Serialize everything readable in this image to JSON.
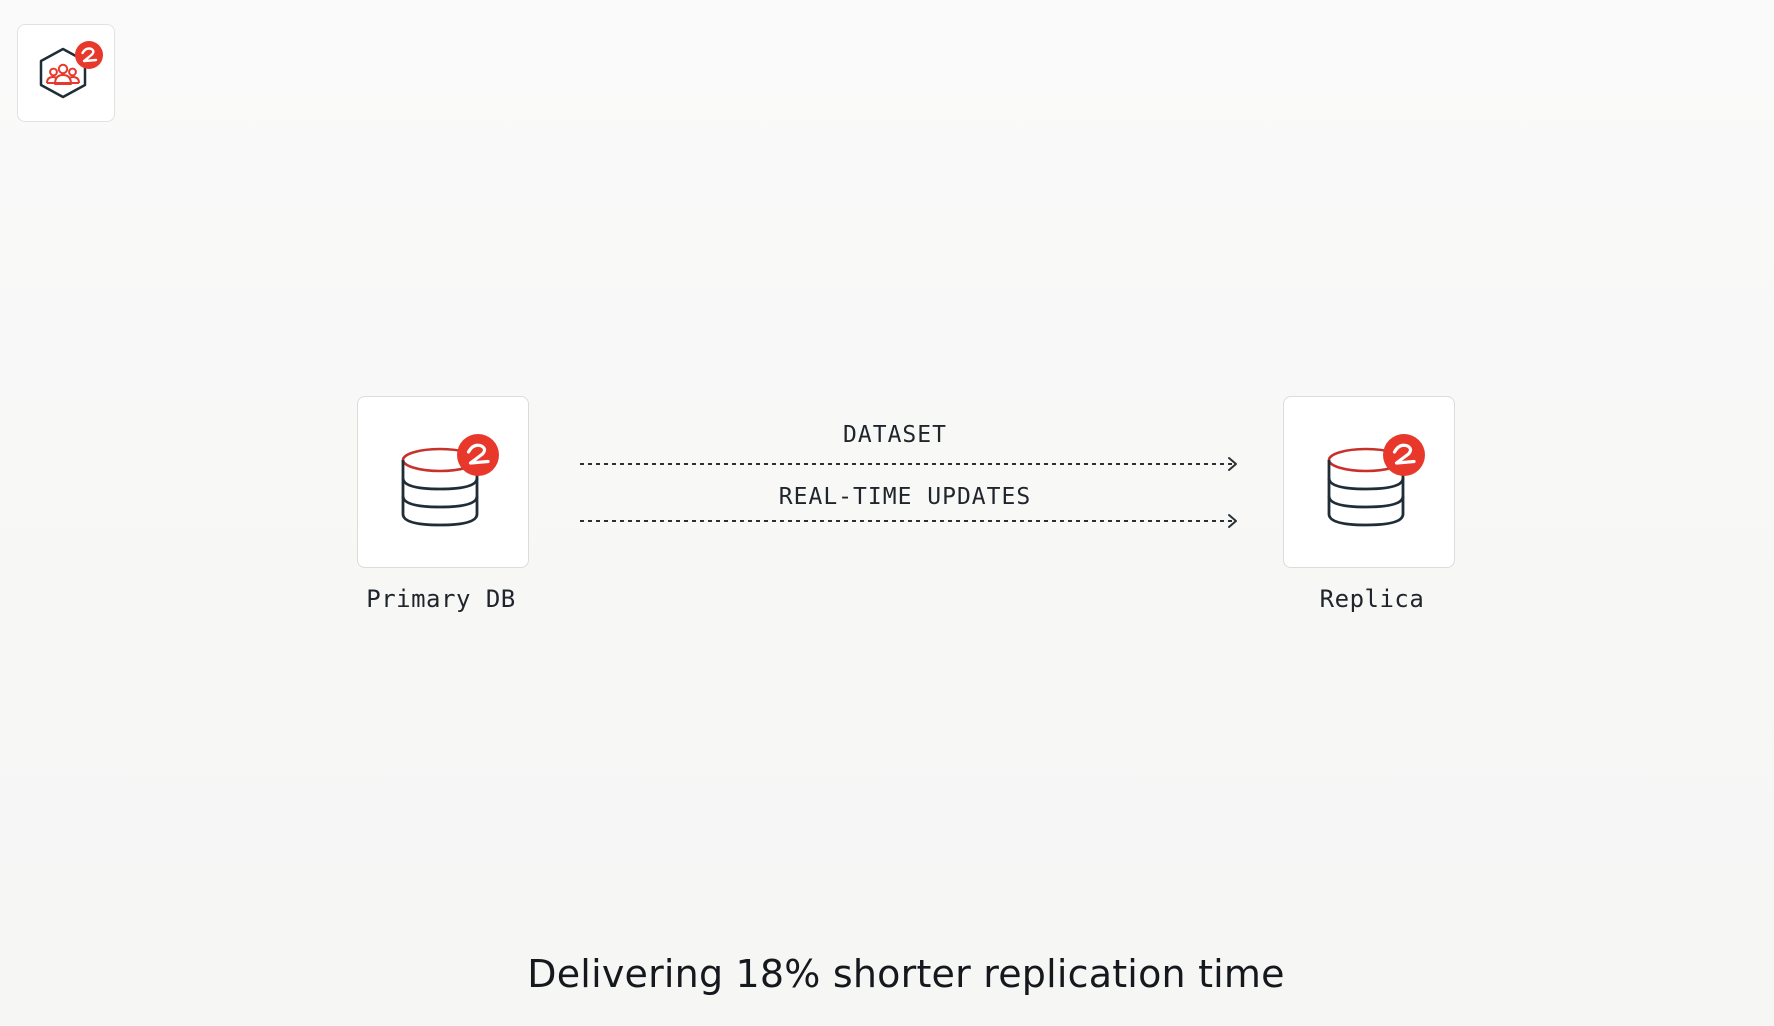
{
  "diagram": {
    "nodes": {
      "primary": {
        "label": "Primary DB"
      },
      "replica": {
        "label": "Replica"
      }
    },
    "flows": [
      {
        "label": "DATASET",
        "from": "primary",
        "to": "replica"
      },
      {
        "label": "REAL-TIME UPDATES",
        "from": "primary",
        "to": "replica"
      }
    ]
  },
  "caption": "Delivering 18% shorter replication time",
  "icons": {
    "app_logo": "hexagon-users-icon",
    "badge": "redis-badge-icon",
    "node": "database-icon"
  },
  "colors": {
    "accent": "#e8382b",
    "ink": "#1f2d36",
    "cylinder_top": "#c8302a",
    "border": "#dcdcdc"
  }
}
